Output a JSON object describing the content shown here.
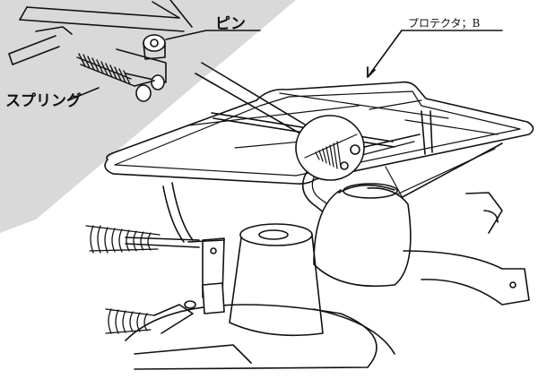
{
  "labels": {
    "pin": "ピン",
    "spring": "スプリング",
    "protector": "プロテクタ；B"
  },
  "colors": {
    "ink": "#111111",
    "shade": "#d9d9d9",
    "paper": "#ffffff"
  }
}
